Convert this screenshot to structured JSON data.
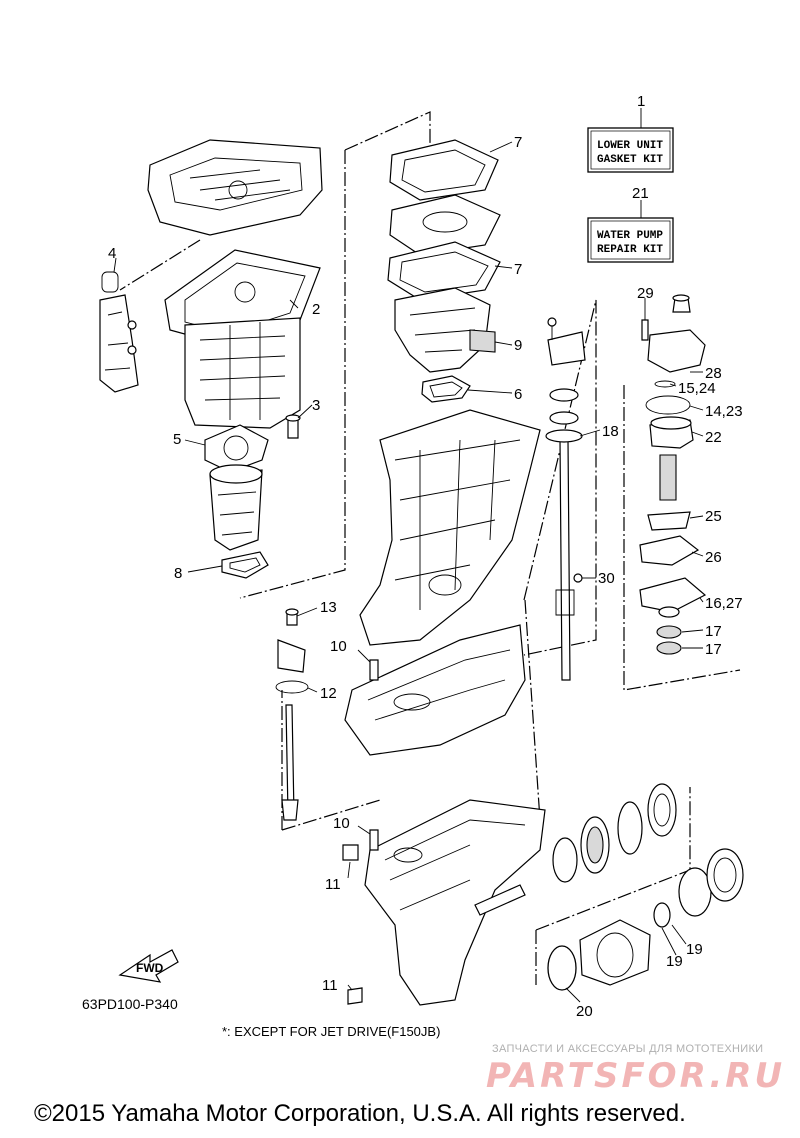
{
  "callouts": {
    "c1": "1",
    "c2": "2",
    "c3": "3",
    "c4": "4",
    "c5": "5",
    "c6": "6",
    "c7a": "7",
    "c7b": "7",
    "c8": "8",
    "c9": "9",
    "c10a": "10",
    "c10b": "10",
    "c11a": "11",
    "c11b": "11",
    "c12": "12",
    "c13": "13",
    "c14": "14,23",
    "c15": "15,24",
    "c16": "16,27",
    "c17a": "17",
    "c17b": "17",
    "c18": "18",
    "c19a": "19",
    "c19b": "19",
    "c20": "20",
    "c21": "21",
    "c22": "22",
    "c25": "25",
    "c26": "26",
    "c28": "28",
    "c29": "29",
    "c30": "30"
  },
  "kit_boxes": {
    "lower_unit_line1": "LOWER UNIT",
    "lower_unit_line2": "GASKET KIT",
    "water_pump_line1": "WATER PUMP",
    "water_pump_line2": "REPAIR KIT"
  },
  "fwd_label": "FWD",
  "diagram_code": "63PD100-P340",
  "note": "*: EXCEPT FOR JET DRIVE(F150JB)",
  "watermark": {
    "caption": "ЗАПЧАСТИ И АКСЕССУАРЫ ДЛЯ МОТОТЕХНИКИ",
    "logo": "PARTSFOR.RU"
  },
  "copyright": "©2015 Yamaha Motor Corporation, U.S.A. All rights reserved."
}
